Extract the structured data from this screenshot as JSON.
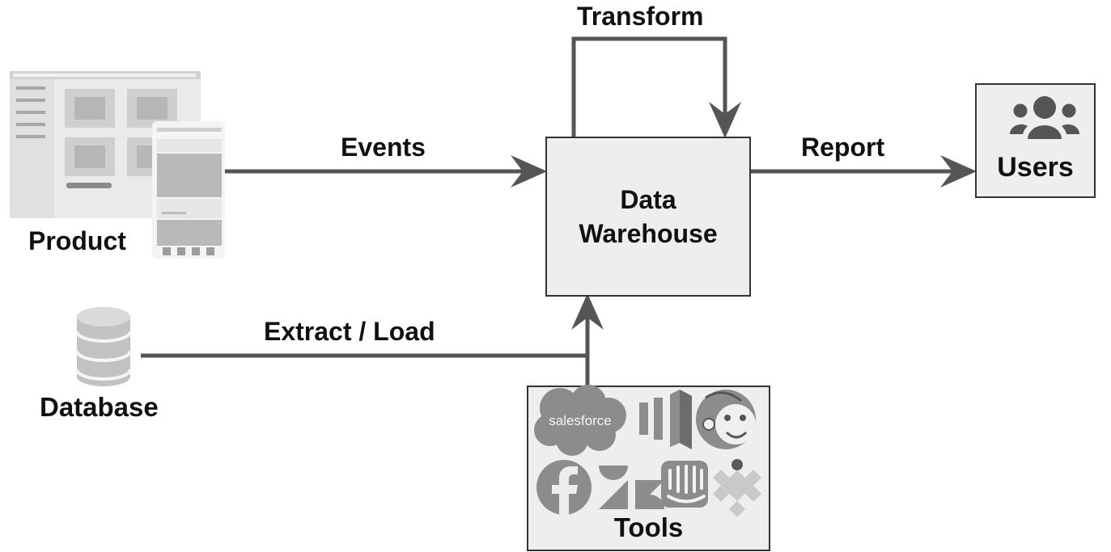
{
  "nodes": {
    "product": {
      "label": "Product"
    },
    "database": {
      "label": "Database"
    },
    "warehouse": {
      "label_line1": "Data",
      "label_line2": "Warehouse"
    },
    "users": {
      "label": "Users"
    },
    "tools": {
      "label": "Tools",
      "salesforce_text": "salesforce"
    }
  },
  "edges": {
    "events": "Events",
    "transform": "Transform",
    "report": "Report",
    "extract_load": "Extract / Load"
  },
  "colors": {
    "line": "#555555",
    "box_fill": "#eeeeee",
    "box_border": "#333333",
    "icon_gray": "#8c8c8c",
    "icon_light": "#c9c9c9",
    "icon_dark": "#5a5a5a"
  },
  "icons": [
    "product-screens-icon",
    "database-icon",
    "users-icon",
    "salesforce-icon",
    "mixpanel-icon",
    "mailchimp-icon",
    "facebook-icon",
    "zendesk-icon",
    "intercom-icon",
    "segment-icon"
  ]
}
